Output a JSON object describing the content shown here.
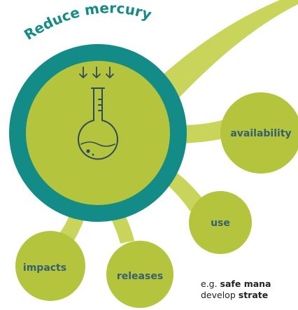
{
  "title": "Reduce mercury",
  "bubbles": {
    "availability": "availability",
    "use": "use",
    "impacts": "impacts",
    "releases": "releases"
  },
  "example": {
    "line1_prefix": "e.g. ",
    "line1_bold": "safe mana",
    "line2_prefix": "develop ",
    "line2_bold": "strate"
  },
  "icons": {
    "arrows": "down-arrows-icon",
    "flask": "round-bottom-flask-icon"
  },
  "colors": {
    "lime": "#b4c43c",
    "lime_light": "#c8d45a",
    "teal": "#138b86",
    "icon": "#2d4a60",
    "bubble_text": "#356070",
    "arc_text": "#138b86"
  }
}
